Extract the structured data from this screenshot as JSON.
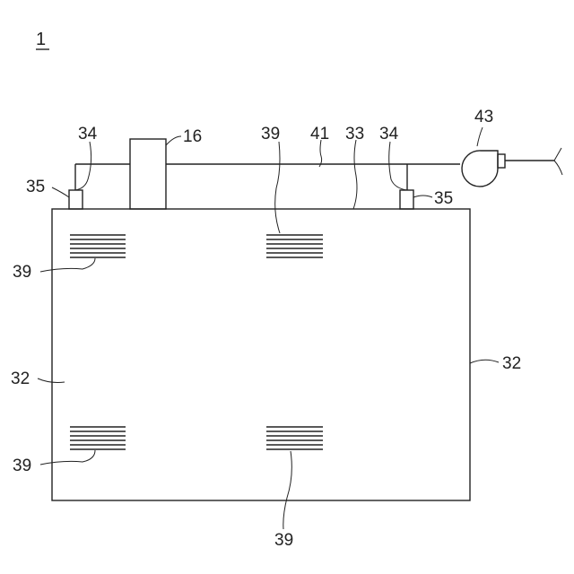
{
  "figure": {
    "number": "1"
  },
  "labels": {
    "fig_number": "1",
    "blower": "43",
    "duct": "41",
    "top_wall": "33",
    "branch_left": "34",
    "branch_right": "34",
    "nozzle_left": "35",
    "nozzle_right": "35",
    "unit_16": "16",
    "vent_top_center": "39",
    "vent_top_left": "39",
    "vent_bottom_left": "39",
    "vent_bottom_center": "39",
    "side_wall_left": "32",
    "side_wall_right": "32"
  },
  "colors": {
    "line": "#222222",
    "background": "#ffffff"
  }
}
